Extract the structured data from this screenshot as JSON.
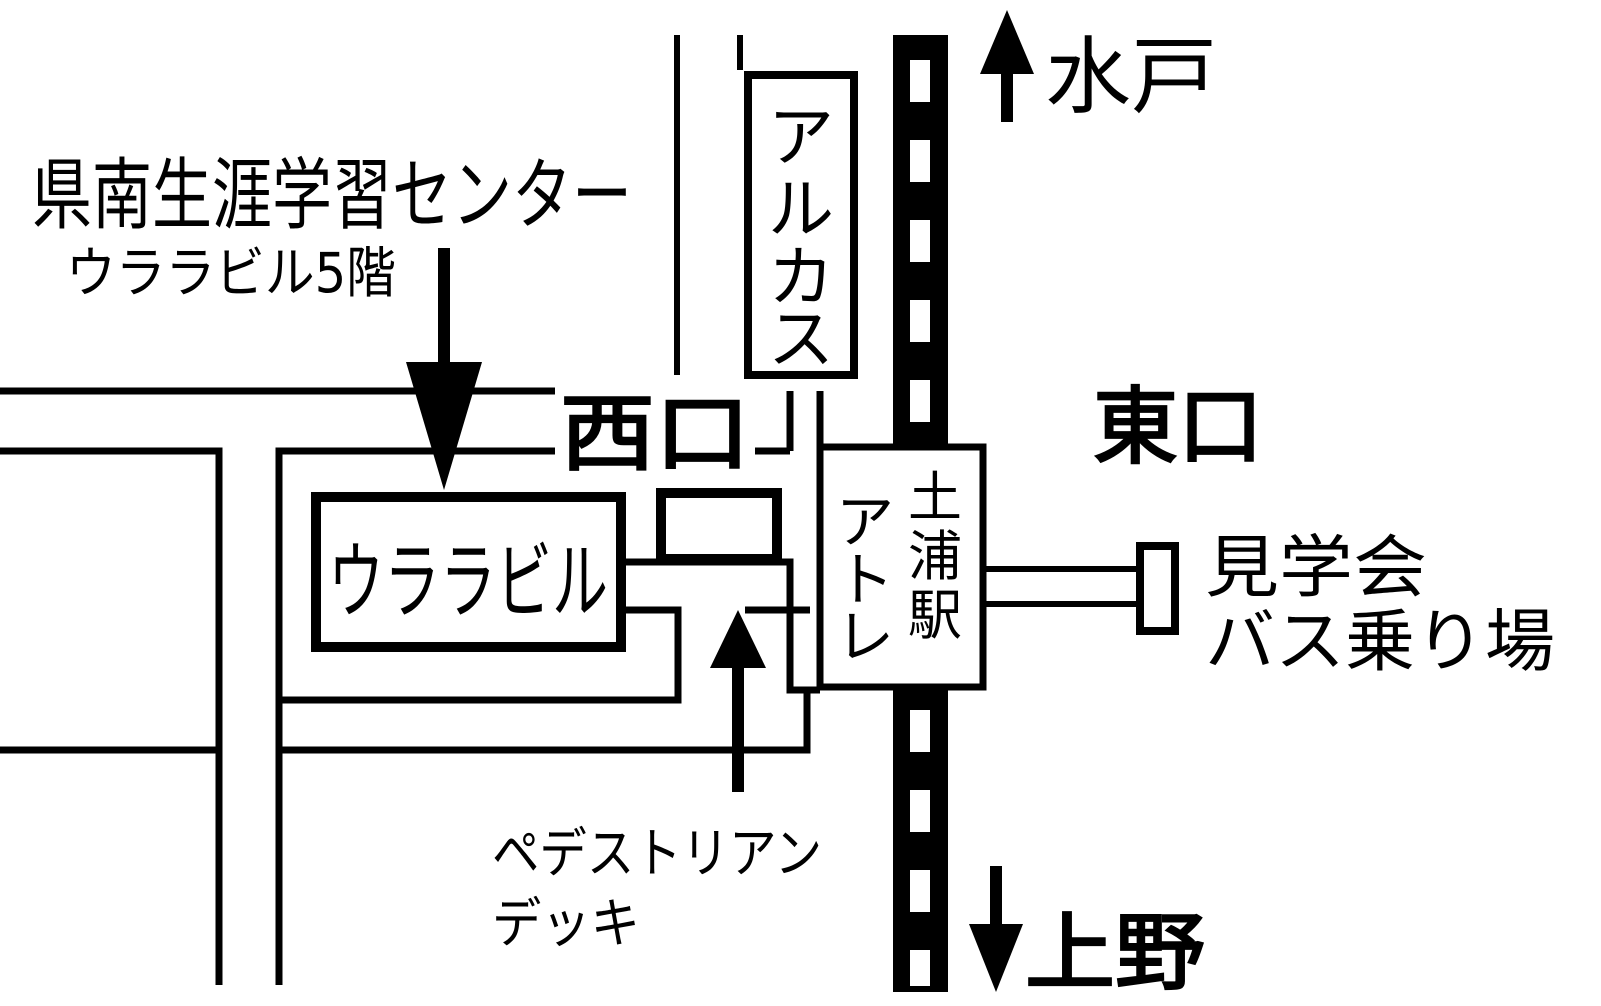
{
  "labels": {
    "center_name": "県南生涯学習センター",
    "center_floor": "ウララビル5階",
    "west_exit": "西口",
    "east_exit": "東口",
    "mito": "水戸",
    "ueno": "上野",
    "arcus": [
      "ア",
      "ル",
      "カ",
      "ス"
    ],
    "urara_building": "ウララビル",
    "atre": [
      "ア",
      "ト",
      "レ"
    ],
    "station": [
      "土",
      "浦",
      "駅"
    ],
    "bus_stop": [
      "見学会",
      "バス乗り場"
    ],
    "pedestrian_deck": [
      "ペデストリアン",
      "デッキ"
    ]
  },
  "icons": {
    "north_arrow": "arrow-up",
    "south_arrow": "arrow-down",
    "deck_arrow": "arrow-up",
    "building_arrow": "arrow-down"
  },
  "colors": {
    "ink": "#000000",
    "paper": "#ffffff"
  }
}
